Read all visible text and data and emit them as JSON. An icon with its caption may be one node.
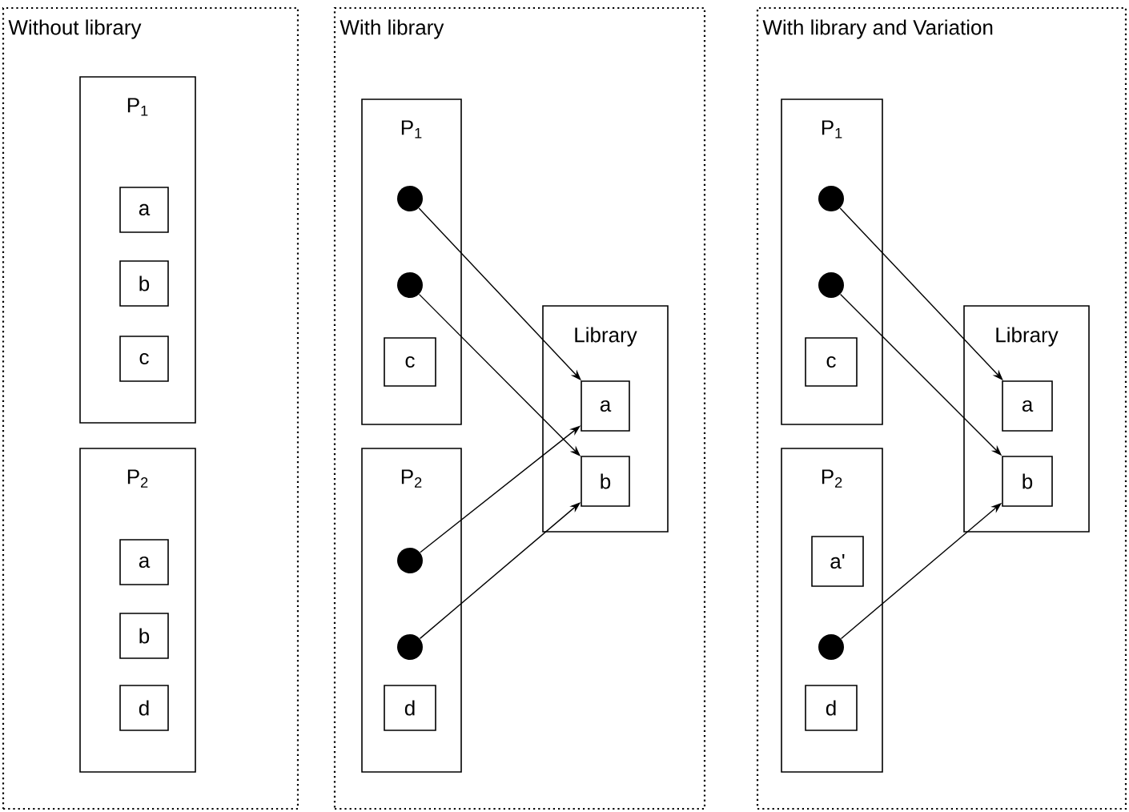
{
  "diagram": {
    "nodes": [
      {
        "text": [
          "Without library"
        ]
      },
      {
        "text": [
          "P$_{1}$"
        ],
        "in": 0
      },
      {
        "text": [
          "a"
        ],
        "in": 1
      },
      {
        "text": [
          "b"
        ],
        "in": 1
      },
      {
        "text": [
          "c"
        ],
        "in": 1
      },
      {
        "text": [
          "P$_{2}$"
        ],
        "in": 0
      },
      {
        "text": [
          "a"
        ],
        "in": 5
      },
      {
        "text": [
          "b"
        ],
        "in": 5
      },
      {
        "text": [
          "d"
        ],
        "in": 5
      },
      {
        "text": [
          "With library"
        ]
      },
      {
        "text": [
          "P$_{1}$"
        ],
        "in": 9
      },
      {
        "text": [],
        "shape": "circle",
        "in": 10
      },
      {
        "text": [],
        "shape": "circle",
        "in": 10
      },
      {
        "text": [
          "c"
        ],
        "in": 10
      },
      {
        "text": [
          "P$_{2}$"
        ],
        "in": 9
      },
      {
        "text": [],
        "shape": "circle",
        "in": 14
      },
      {
        "text": [],
        "shape": "circle",
        "in": 14
      },
      {
        "text": [
          "d"
        ],
        "in": 14
      },
      {
        "text": [
          "Library"
        ],
        "in": 9
      },
      {
        "text": [
          "a"
        ],
        "in": 18
      },
      {
        "text": [
          "b"
        ],
        "in": 18
      },
      {
        "text": [
          "With library and Variation"
        ]
      },
      {
        "text": [
          "P$_{1}$"
        ],
        "in": 21
      },
      {
        "text": [],
        "shape": "circle",
        "in": 22
      },
      {
        "text": [],
        "shape": "circle",
        "in": 22
      },
      {
        "text": [
          "c"
        ],
        "in": 22
      },
      {
        "text": [
          "P$_{2}$"
        ],
        "in": 21
      },
      {
        "text": [
          "a'"
        ],
        "in": 26
      },
      {
        "text": [],
        "shape": "circle",
        "in": 26
      },
      {
        "text": [
          "d"
        ],
        "in": 26
      },
      {
        "text": [
          "Library"
        ],
        "in": 21
      },
      {
        "text": [
          "a"
        ],
        "in": 30
      },
      {
        "text": [
          "b"
        ],
        "in": 30
      }
    ],
    "edges": [
      {
        "from": 11,
        "to": 19,
        "arrow": "to"
      },
      {
        "from": 12,
        "to": 20,
        "arrow": "to"
      },
      {
        "from": 15,
        "to": 19,
        "arrow": "to"
      },
      {
        "from": 16,
        "to": 20,
        "arrow": "to"
      },
      {
        "from": 23,
        "to": 31,
        "arrow": "to"
      },
      {
        "from": 24,
        "to": 32,
        "arrow": "to"
      },
      {
        "from": 28,
        "to": 32,
        "arrow": "to"
      }
    ]
  }
}
